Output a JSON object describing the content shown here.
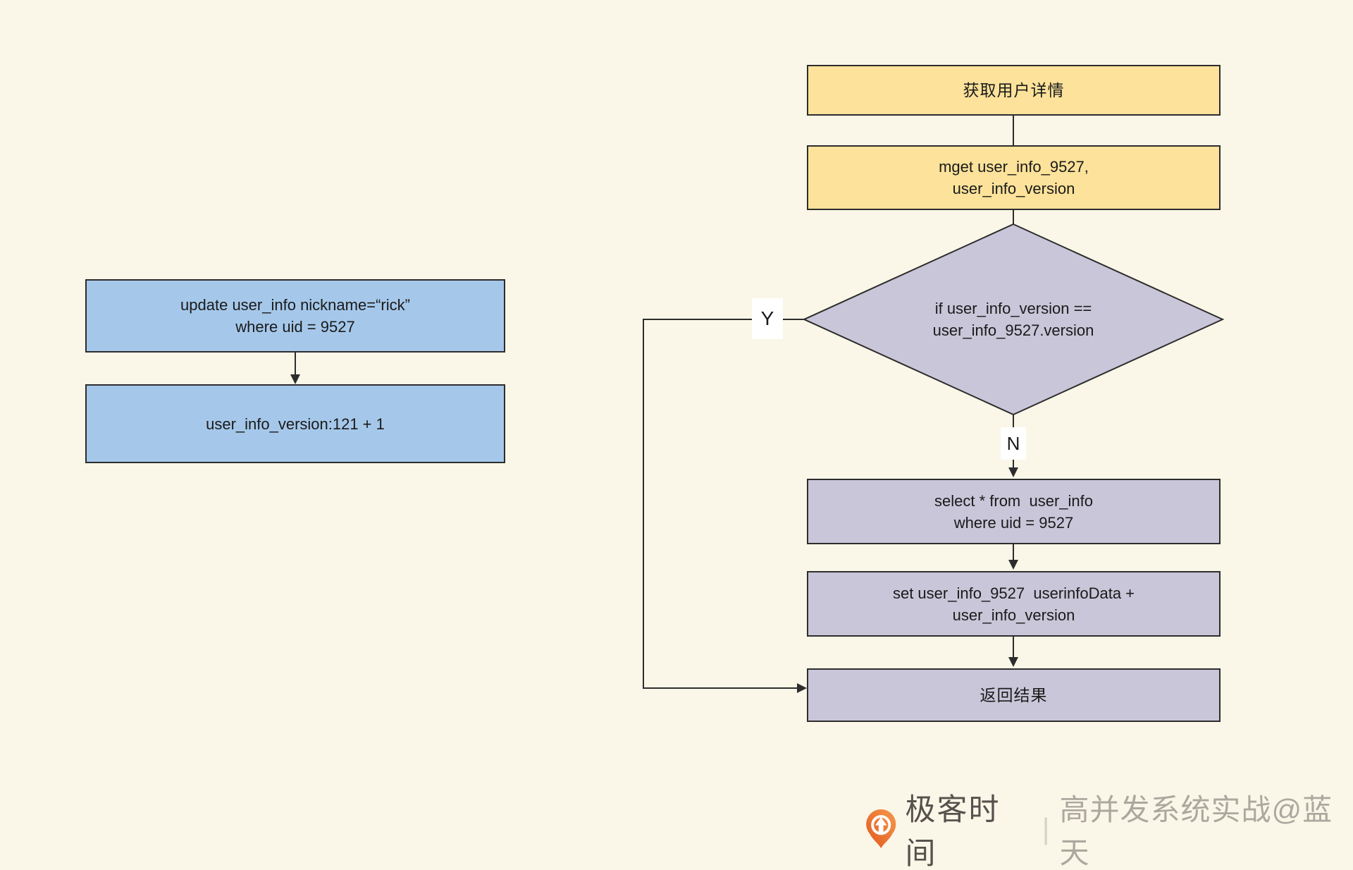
{
  "colors": {
    "background": "#FBF7E8",
    "stroke": "#2D2D2D",
    "process_blue": "#A5C8EA",
    "process_yellow": "#FCE29A",
    "process_lavender": "#C9C6D9",
    "logo_orange": "#ED7231",
    "logo_text": "#57514E",
    "watermark_color": "#ACA89F"
  },
  "left_flow": {
    "update_box": {
      "line1": "update user_info nickname=“rick”",
      "line2": "where uid = 9527"
    },
    "version_box": {
      "line1": "user_info_version:121 + 1"
    }
  },
  "right_flow": {
    "title_box": {
      "line1": "获取用户详情"
    },
    "mget_box": {
      "line1": "mget user_info_9527,",
      "line2": "user_info_version"
    },
    "decision": {
      "line1": "if user_info_version ==",
      "line2": "user_info_9527.version"
    },
    "yes_label": "Y",
    "no_label": "N",
    "select_box": {
      "line1": "select * from  user_info",
      "line2": "where uid = 9527"
    },
    "set_box": {
      "line1": "set user_info_9527  userinfoData +",
      "line2": "user_info_version"
    },
    "return_box": {
      "line1": "返回结果"
    }
  },
  "footer": {
    "brand": "极客时间",
    "separator": "|",
    "watermark": "高并发系统实战@蓝天"
  }
}
